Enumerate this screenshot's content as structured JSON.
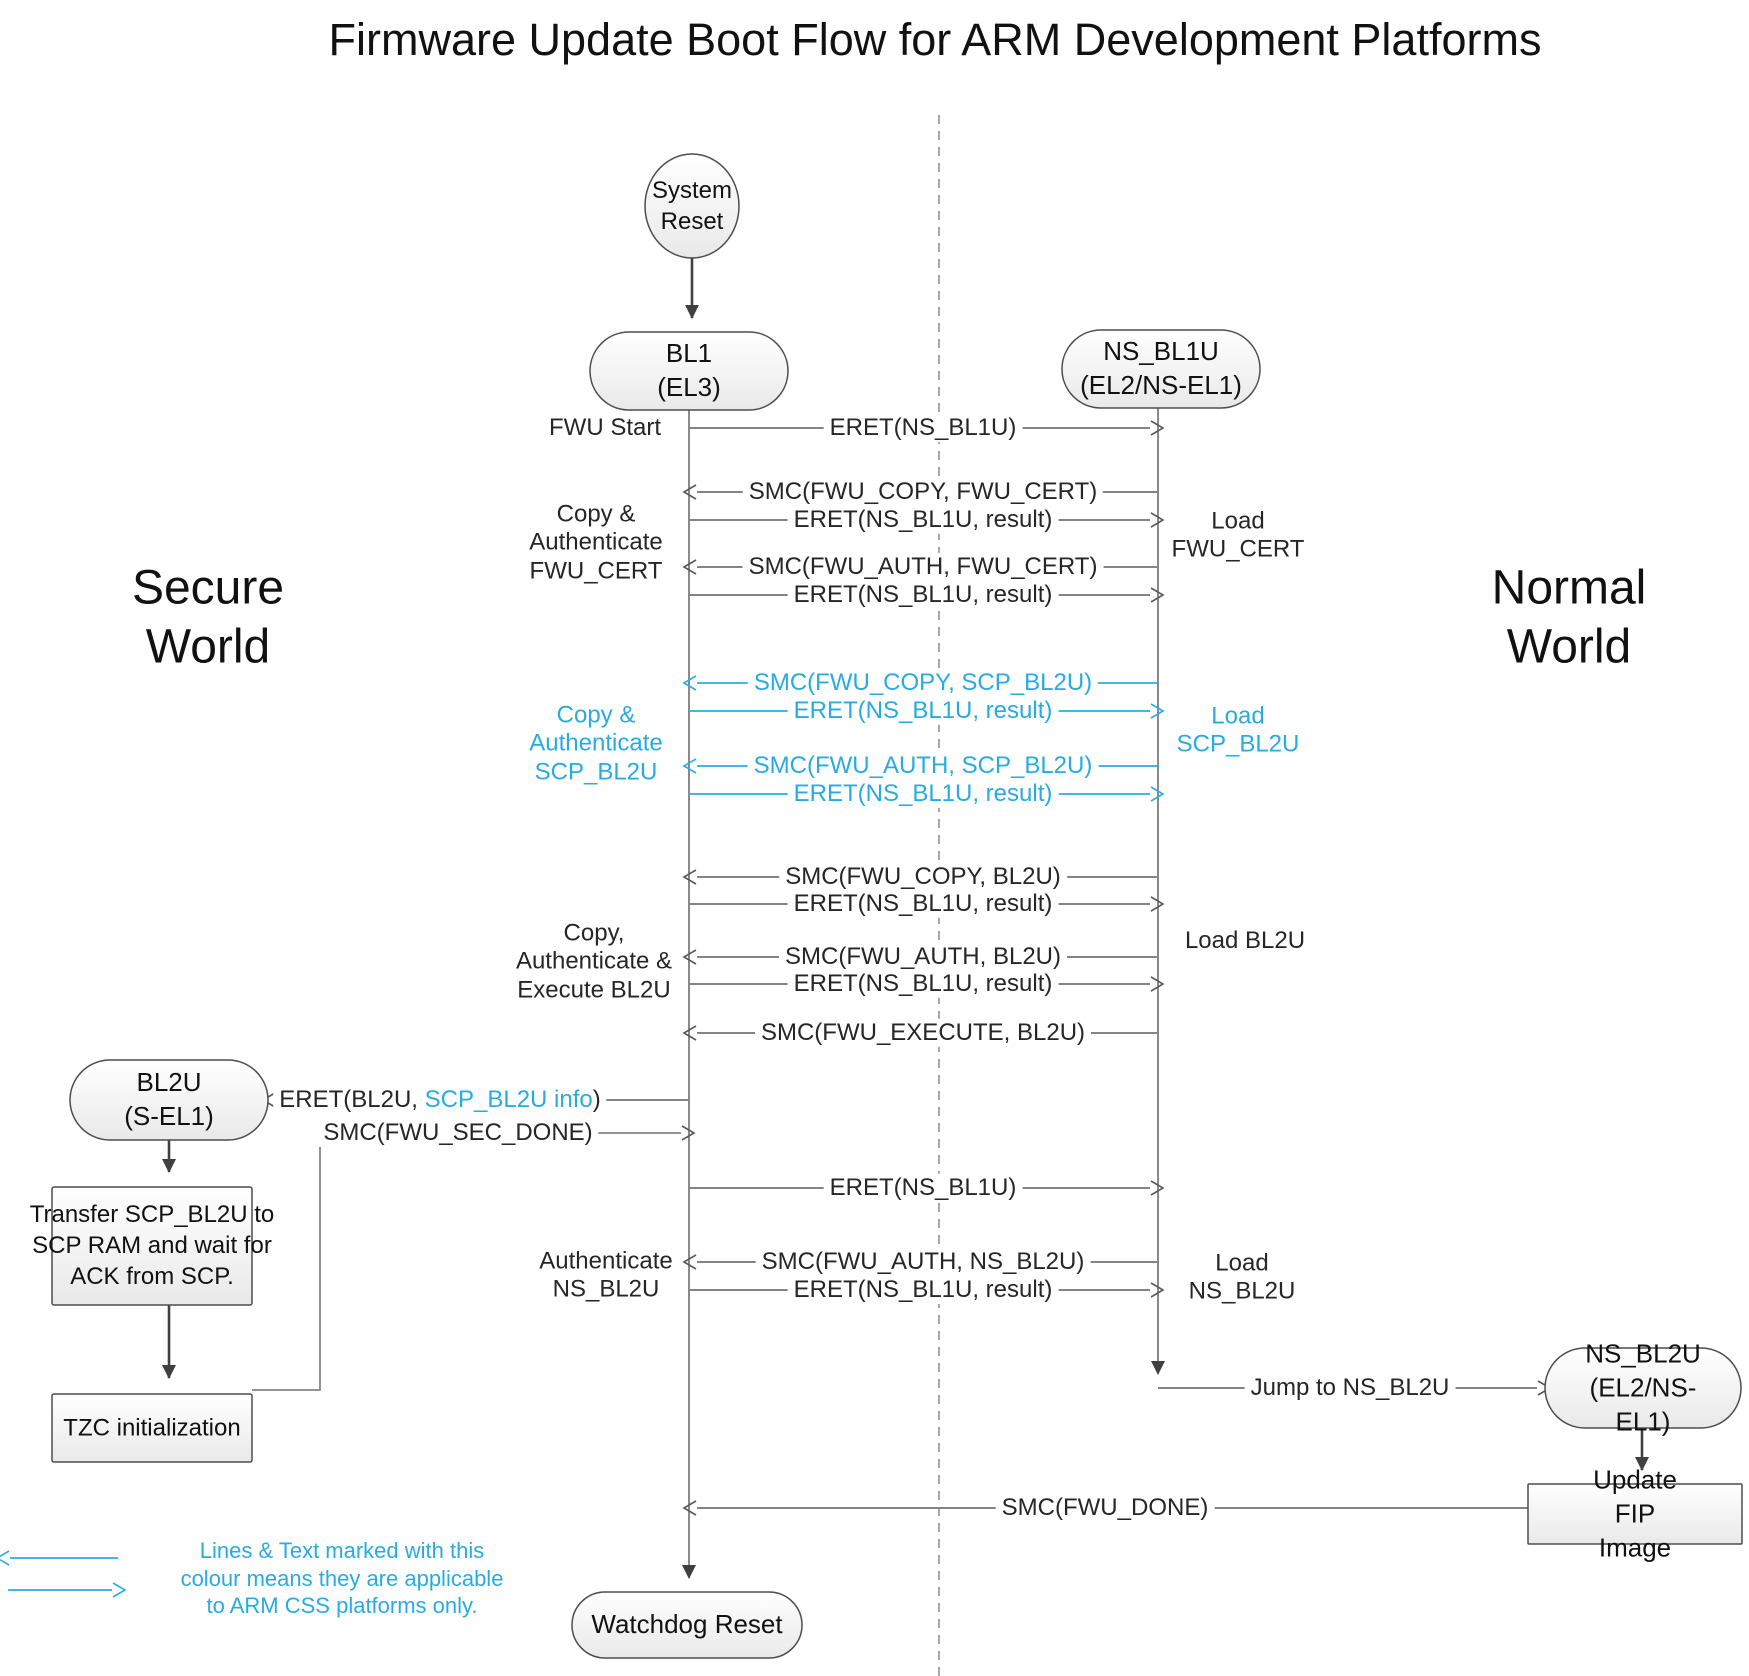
{
  "title": "Firmware Update Boot Flow for ARM Development Platforms",
  "colors": {
    "accent_blue": "#29ABE2",
    "arrow_gray": "#848484",
    "dark": "#404040"
  },
  "worlds": {
    "secure": "Secure\nWorld",
    "normal": "Normal\nWorld"
  },
  "nodes": {
    "system_reset": "System\nReset",
    "bl1": "BL1\n(EL3)",
    "ns_bl1u": "NS_BL1U\n(EL2/NS-EL1)",
    "bl2u": "BL2U\n(S-EL1)",
    "ns_bl2u": "NS_BL2U\n(EL2/NS-EL1)",
    "watchdog_reset": "Watchdog Reset",
    "transfer_scp": "Transfer SCP_BL2U to\nSCP RAM and wait for\nACK from SCP.",
    "tzc_init": "TZC initialization",
    "update_fip": "Update FIP Image"
  },
  "messages": [
    {
      "label": "ERET(NS_BL1U)"
    },
    {
      "label": "SMC(FWU_COPY, FWU_CERT)"
    },
    {
      "label": "ERET(NS_BL1U, result)"
    },
    {
      "label": "SMC(FWU_AUTH, FWU_CERT)"
    },
    {
      "label": "ERET(NS_BL1U, result)"
    },
    {
      "label": "SMC(FWU_COPY, SCP_BL2U)"
    },
    {
      "label": "ERET(NS_BL1U, result)"
    },
    {
      "label": "SMC(FWU_AUTH, SCP_BL2U)"
    },
    {
      "label": "ERET(NS_BL1U, result)"
    },
    {
      "label": "SMC(FWU_COPY, BL2U)"
    },
    {
      "label": "ERET(NS_BL1U, result)"
    },
    {
      "label": "SMC(FWU_AUTH, BL2U)"
    },
    {
      "label": "ERET(NS_BL1U, result)"
    },
    {
      "label": "SMC(FWU_EXECUTE, BL2U)"
    },
    {
      "prefix": "ERET(BL2U, ",
      "highlight": "SCP_BL2U info",
      "suffix": ")"
    },
    {
      "label": "SMC(FWU_SEC_DONE)"
    },
    {
      "label": "ERET(NS_BL1U)"
    },
    {
      "label": "SMC(FWU_AUTH, NS_BL2U)"
    },
    {
      "label": "ERET(NS_BL1U, result)"
    },
    {
      "label": "Jump to NS_BL2U"
    },
    {
      "label": "SMC(FWU_DONE)"
    }
  ],
  "side_labels": {
    "fwu_start": "FWU Start",
    "copy_auth_fwu_cert": "Copy &\nAuthenticate\nFWU_CERT",
    "load_fwu_cert": "Load\nFWU_CERT",
    "copy_auth_scp_bl2u": "Copy &\nAuthenticate\nSCP_BL2U",
    "load_scp_bl2u": "Load\nSCP_BL2U",
    "copy_auth_exec_bl2u": "Copy,\nAuthenticate &\nExecute BL2U",
    "load_bl2u": "Load BL2U",
    "authenticate_ns_bl2u": "Authenticate\nNS_BL2U",
    "load_ns_bl2u": "Load\nNS_BL2U"
  },
  "legend": {
    "text": "Lines & Text marked with this\ncolour means they are applicable\nto ARM CSS platforms only."
  }
}
